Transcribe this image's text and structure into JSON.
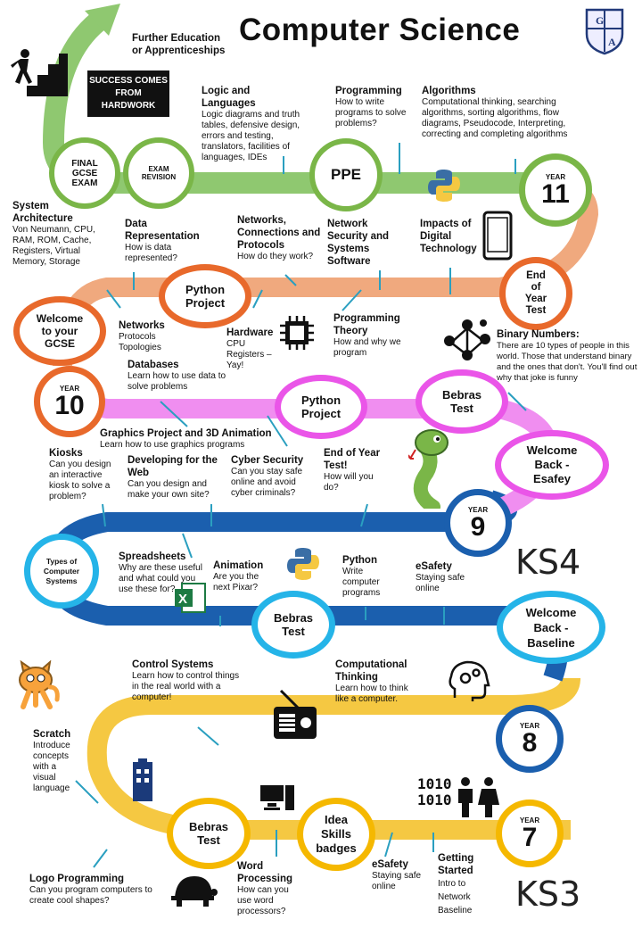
{
  "title": "Computer Science",
  "logo": {
    "letters": "G A",
    "icon": "school-crest-icon"
  },
  "banner": {
    "line1": "SUCCESS COMES",
    "line2": "FROM",
    "line3": "HARDWORK"
  },
  "further": {
    "line1": "Further Education",
    "line2": "or Apprenticeships"
  },
  "ks4": "KS4",
  "ks3": "KS3",
  "y11": {
    "final": {
      "l1": "FINAL",
      "l2": "GCSE",
      "l3": "EXAM"
    },
    "revision": {
      "l1": "EXAM",
      "l2": "REVISION"
    },
    "ppe": "PPE",
    "year": "YEAR",
    "num": "11",
    "logic": {
      "title": "Logic and Languages",
      "desc": "Logic diagrams and truth tables, defensive design, errors and testing, translators, facilities of languages, IDEs"
    },
    "programming": {
      "title": "Programming",
      "desc": "How to write programs to solve problems?"
    },
    "algorithms": {
      "title": "Algorithms",
      "desc": "Computational thinking, searching algorithms, sorting algorithms, flow diagrams, Pseudocode, Interpreting, correcting and completing algorithms"
    }
  },
  "y10": {
    "sysarch": {
      "title1": "System",
      "title2": "Architecture",
      "desc": "Von Neumann, CPU, RAM, ROM, Cache, Registers, Virtual Memory, Storage"
    },
    "datarep": {
      "title1": "Data",
      "title2": "Representation",
      "desc": "How is data represented?"
    },
    "networks": {
      "title": "Networks, Connections and Protocols",
      "desc": "How do they work?"
    },
    "netsec": {
      "title": "Network Security and Systems Software"
    },
    "impacts": {
      "title": "Impacts of Digital Technology"
    },
    "python_project": {
      "l1": "Python",
      "l2": "Project"
    },
    "endofyear": {
      "l1": "End",
      "l2": "of",
      "l3": "Year",
      "l4": "Test"
    },
    "welcome": {
      "l1": "Welcome",
      "l2": "to your",
      "l3": "GCSE"
    },
    "networks2": {
      "title": "Networks",
      "desc": "Protocols Topologies"
    },
    "hardware": {
      "title": "Hardware",
      "desc": "CPU Registers – Yay!"
    },
    "progtheory": {
      "title": "Programming Theory",
      "desc": "How and why we program"
    },
    "binary": {
      "title": "Binary Numbers:",
      "desc": "There are 10 types of people in this world. Those that understand binary and the ones that don't. You'll find out why that joke is funny"
    },
    "year": "YEAR",
    "num": "10"
  },
  "y9": {
    "databases": {
      "title": "Databases",
      "desc": "Learn how to use data to solve problems"
    },
    "python_project": {
      "l1": "Python",
      "l2": "Project"
    },
    "bebras": {
      "l1": "Bebras",
      "l2": "Test"
    },
    "graphics": {
      "title": "Graphics Project and 3D Animation",
      "desc": "Learn how to use graphics programs"
    },
    "kiosks": {
      "title": "Kiosks",
      "desc": "Can you design an interactive kiosk to solve a problem?"
    },
    "web": {
      "title": "Developing for the Web",
      "desc": "Can you design and make your own site?"
    },
    "cyber": {
      "title": "Cyber Security",
      "desc": "Can you stay safe online and avoid cyber criminals?"
    },
    "endtest": {
      "title": "End of Year Test!",
      "desc": "How will you do?"
    },
    "welcome": {
      "l1": "Welcome",
      "l2": "Back -",
      "l3": "Esafey"
    },
    "year": "YEAR",
    "num": "9"
  },
  "y8": {
    "types": {
      "l1": "Types of",
      "l2": "Computer",
      "l3": "Systems"
    },
    "spreadsheets": {
      "title": "Spreadsheets",
      "desc": "Why are these useful and what could you use these for?"
    },
    "animation": {
      "title": "Animation",
      "desc": "Are you the next Pixar?"
    },
    "python": {
      "title": "Python",
      "desc": "Write computer programs"
    },
    "esafety": {
      "title": "eSafety",
      "desc": "Staying safe online"
    },
    "bebras": {
      "l1": "Bebras",
      "l2": "Test"
    },
    "welcome": {
      "l1": "Welcome",
      "l2": "Back -",
      "l3": "Baseline"
    },
    "control": {
      "title": "Control Systems",
      "desc": "Learn how to control things in the real world with a computer!"
    },
    "comp": {
      "title": "Computational Thinking",
      "desc": "Learn how to think like a computer."
    },
    "year": "YEAR",
    "num": "8"
  },
  "y7": {
    "scratch": {
      "title": "Scratch",
      "desc": "Introduce concepts with a visual language"
    },
    "bebras": {
      "l1": "Bebras",
      "l2": "Test"
    },
    "idea": {
      "l1": "Idea",
      "l2": "Skills",
      "l3": "badges"
    },
    "logo": {
      "title": "Logo Programming",
      "desc": "Can you program computers to create cool shapes?"
    },
    "word": {
      "title": "Word Processing",
      "desc": "How can you use word processors?"
    },
    "esafety": {
      "title": "eSafety",
      "desc": "Staying safe online"
    },
    "started": {
      "title": "Getting Started",
      "desc": "Intro to Network Baseline"
    },
    "binary_art": {
      "l1": "1010",
      "l2": "1010"
    },
    "year": "YEAR",
    "num": "7"
  },
  "colors": {
    "green": "#8fc870",
    "orange": "#f0a97e",
    "pink": "#f08ef0",
    "blue": "#1b5fae",
    "yellow": "#f5c842"
  }
}
